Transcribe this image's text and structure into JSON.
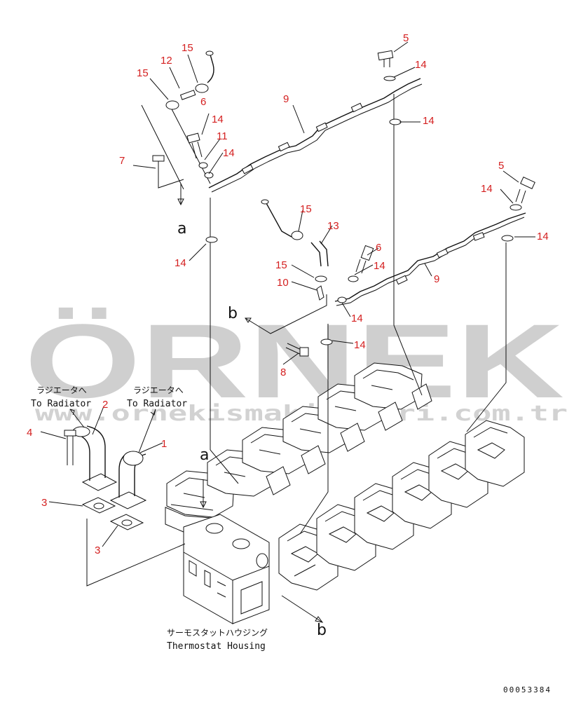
{
  "callouts": [
    {
      "id": "c15a",
      "text": "15"
    },
    {
      "id": "c12",
      "text": "12"
    },
    {
      "id": "c15b",
      "text": "15"
    },
    {
      "id": "c6a",
      "text": "6"
    },
    {
      "id": "c14a",
      "text": "14"
    },
    {
      "id": "c11",
      "text": "11"
    },
    {
      "id": "c14b",
      "text": "14"
    },
    {
      "id": "c7",
      "text": "7"
    },
    {
      "id": "c9a",
      "text": "9"
    },
    {
      "id": "c5a",
      "text": "5"
    },
    {
      "id": "c14c",
      "text": "14"
    },
    {
      "id": "c14d",
      "text": "14"
    },
    {
      "id": "c5b",
      "text": "5"
    },
    {
      "id": "c14e",
      "text": "14"
    },
    {
      "id": "c14f",
      "text": "14"
    },
    {
      "id": "c9b",
      "text": "9"
    },
    {
      "id": "c14g",
      "text": "14"
    },
    {
      "id": "c15c",
      "text": "15"
    },
    {
      "id": "c13",
      "text": "13"
    },
    {
      "id": "c6b",
      "text": "6"
    },
    {
      "id": "c15d",
      "text": "15"
    },
    {
      "id": "c14h",
      "text": "14"
    },
    {
      "id": "c10",
      "text": "10"
    },
    {
      "id": "c14i",
      "text": "14"
    },
    {
      "id": "c14j",
      "text": "14"
    },
    {
      "id": "c8",
      "text": "8"
    },
    {
      "id": "c2",
      "text": "2"
    },
    {
      "id": "c1",
      "text": "1"
    },
    {
      "id": "c4",
      "text": "4"
    },
    {
      "id": "c3a",
      "text": "3"
    },
    {
      "id": "c3b",
      "text": "3"
    }
  ],
  "refs": {
    "a_top": "a",
    "a_bottom": "a",
    "b_top": "b",
    "b_bottom": "b"
  },
  "labels": {
    "radiator_jp_1": "ラジエータへ",
    "radiator_en_1": "To Radiator",
    "radiator_jp_2": "ラジエータへ",
    "radiator_en_2": "To Radiator",
    "housing_jp": "サーモスタットハウジング",
    "housing_en": "Thermostat Housing"
  },
  "drawing_number": "00053384",
  "watermark": {
    "brand": "ÖRNEK",
    "url": "www.ornekismakinalari.com.tr"
  },
  "colors": {
    "callout": "#d42020",
    "line": "#111111",
    "watermark": "#cfcfcf",
    "watermark_accent": "#f2dc8c"
  }
}
